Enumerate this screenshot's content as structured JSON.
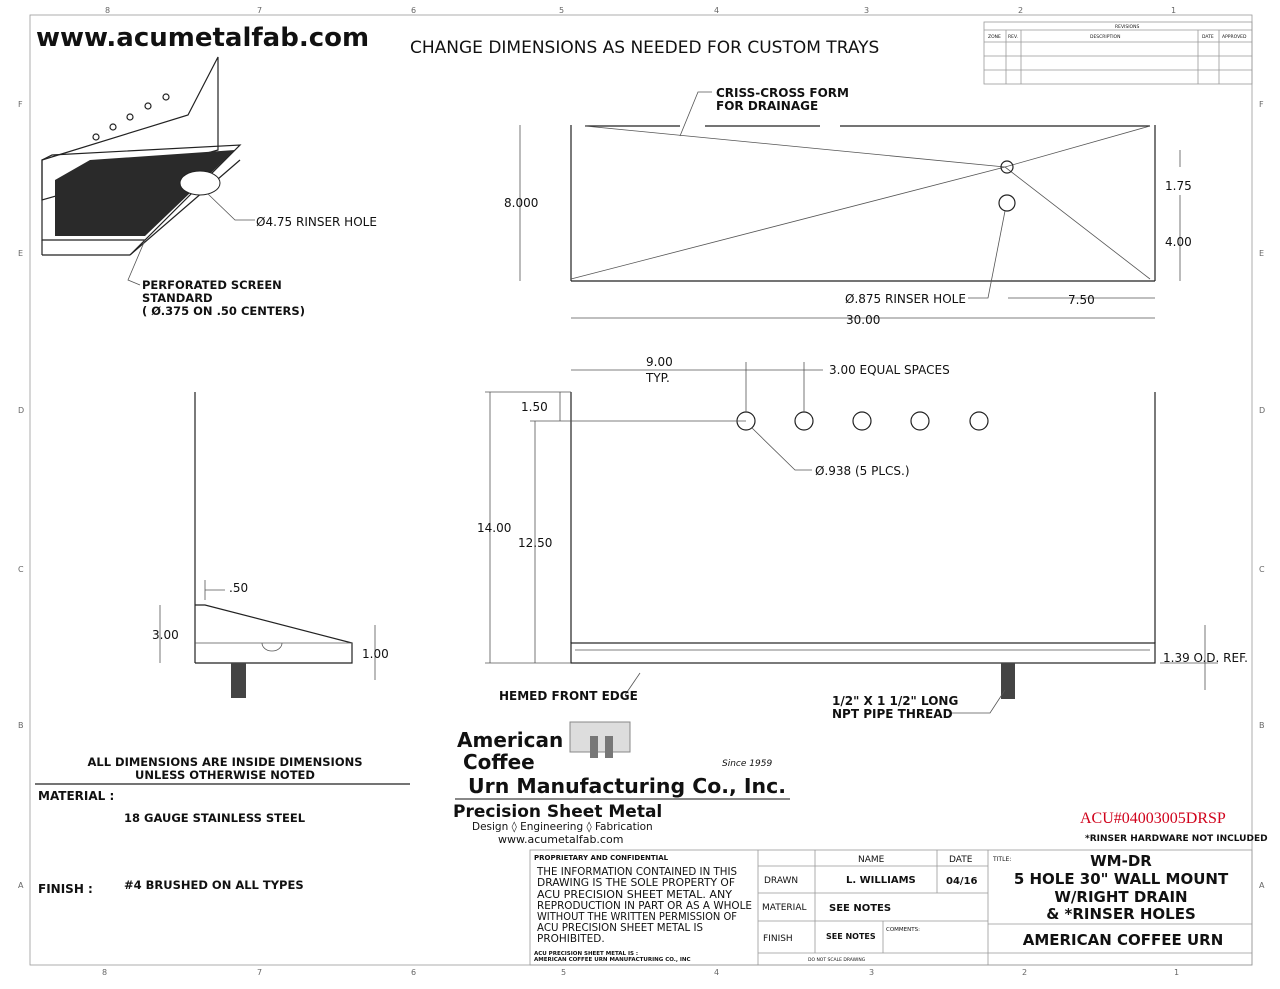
{
  "header": {
    "website": "www.acumetalfab.com",
    "note": "CHANGE DIMENSIONS AS NEEDED FOR CUSTOM TRAYS"
  },
  "zones": {
    "columns": [
      "8",
      "7",
      "6",
      "5",
      "4",
      "3",
      "2",
      "1"
    ],
    "rows": [
      "F",
      "E",
      "D",
      "C",
      "B",
      "A"
    ]
  },
  "revisions": {
    "title": "REVISIONS",
    "columns": [
      "ZONE",
      "REV.",
      "DESCRIPTION",
      "DATE",
      "APPROVED"
    ]
  },
  "iso_view": {
    "rinser_hole": "Ø4.75 RINSER HOLE",
    "perforated": [
      "PERFORATED SCREEN",
      "STANDARD",
      "( Ø.375 ON .50 CENTERS)"
    ]
  },
  "top_view": {
    "criss_cross": [
      "CRISS-CROSS FORM",
      "FOR DRAINAGE"
    ],
    "depth": "8.000",
    "dim_175": "1.75",
    "dim_400": "4.00",
    "rinser_hole": "Ø.875 RINSER HOLE",
    "dim_750": "7.50",
    "length": "30.00"
  },
  "front_view": {
    "spacing_first": "9.00",
    "spacing_typ": "TYP.",
    "equal_spaces": "3.00 EQUAL SPACES",
    "hole_height": "1.50",
    "holes": "Ø.938 (5 PLCS.)",
    "height": "14.00",
    "hole_to_bottom": "12.50",
    "od_ref": "1.39 O.D. REF.",
    "hemmed_edge": "HEMED FRONT EDGE",
    "pipe_thread": [
      "1/2\" X 1 1/2\" LONG",
      "NPT PIPE THREAD"
    ]
  },
  "side_view": {
    "dim_50": ".50",
    "dim_300": "3.00",
    "dim_100": "1.00"
  },
  "notes": {
    "dimensions": [
      "ALL DIMENSIONS ARE INSIDE DIMENSIONS",
      "UNLESS OTHERWISE NOTED"
    ],
    "material_label": "MATERIAL :",
    "material_value": "18 GAUGE STAINLESS STEEL",
    "finish_label": "FINISH :",
    "finish_value": "#4 BRUSHED ON ALL TYPES"
  },
  "logo": {
    "line1": "American",
    "line2": "Coffee",
    "line3": "Urn Manufacturing Co., Inc.",
    "since": "Since 1959",
    "tagline": "Precision Sheet Metal",
    "services": "Design ◊ Engineering ◊ Fabrication",
    "url": "www.acumetalfab.com"
  },
  "part_number": "ACU#04003005DRSP",
  "part_color": "#d0021b",
  "rinser_note": "*RINSER HARDWARE NOT INCLUDED",
  "title_block": {
    "proprietary_title": "PROPRIETARY AND CONFIDENTIAL",
    "proprietary_text": [
      "THE INFORMATION CONTAINED IN THIS",
      "DRAWING IS THE SOLE PROPERTY OF",
      "ACU PRECISION SHEET METAL.  ANY",
      "REPRODUCTION IN PART OR AS A WHOLE",
      "WITHOUT THE WRITTEN PERMISSION OF",
      "ACU PRECISION SHEET METAL IS",
      "PROHIBITED."
    ],
    "owner_note": [
      "ACU PRECISION SHEET METAL IS :",
      "AMERICAN COFFEE URN MANUFACTURING CO., INC"
    ],
    "name_header": "NAME",
    "date_header": "DATE",
    "drawn_label": "DRAWN",
    "drawn_name": "L. WILLIAMS",
    "drawn_date": "04/16",
    "material_label": "MATERIAL",
    "material_value": "SEE NOTES",
    "finish_label": "FINISH",
    "finish_value": "SEE NOTES",
    "comments_label": "COMMENTS:",
    "no_scale": "DO NOT SCALE DRAWING",
    "title_label": "TITLE:",
    "title_lines": [
      "WM-DR",
      "5 HOLE   30\" WALL MOUNT",
      "W/RIGHT DRAIN",
      "& *RINSER HOLES"
    ],
    "company": "AMERICAN COFFEE URN"
  }
}
